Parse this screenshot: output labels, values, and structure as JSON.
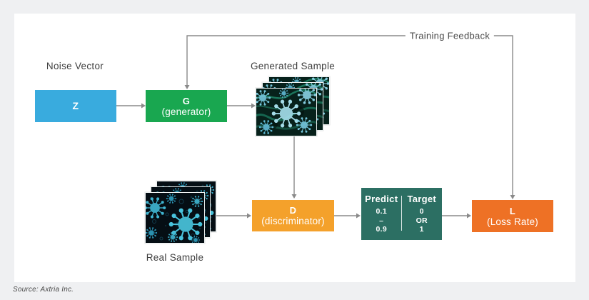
{
  "card": {
    "labels": {
      "noise_vector": "Noise Vector",
      "generated_sample": "Generated Sample",
      "real_sample": "Real Sample",
      "training_feedback": "Training Feedback"
    },
    "nodes": {
      "noise": {
        "title": "Z",
        "color": "#39abde"
      },
      "generator": {
        "title": "G",
        "subtitle": "(generator)",
        "color": "#19a750"
      },
      "discriminator": {
        "title": "D",
        "subtitle": "(discriminator)",
        "color": "#f4a12b"
      },
      "loss": {
        "title": "L",
        "subtitle": "(Loss Rate)",
        "color": "#ee7125"
      }
    },
    "prediction_table": {
      "color": "#2c6f63",
      "headers": [
        "Predict",
        "Target"
      ],
      "rows": [
        [
          "0.1",
          "0"
        ],
        [
          "–",
          "OR"
        ],
        [
          "0.9",
          "1"
        ]
      ]
    },
    "images": {
      "generated_sample": "virus-microscopy-green-teal",
      "real_sample": "virus-microscopy-cyan-dark"
    },
    "connector_color": "#8a8a8a"
  },
  "footer": {
    "source": "Source: Axtria Inc."
  }
}
